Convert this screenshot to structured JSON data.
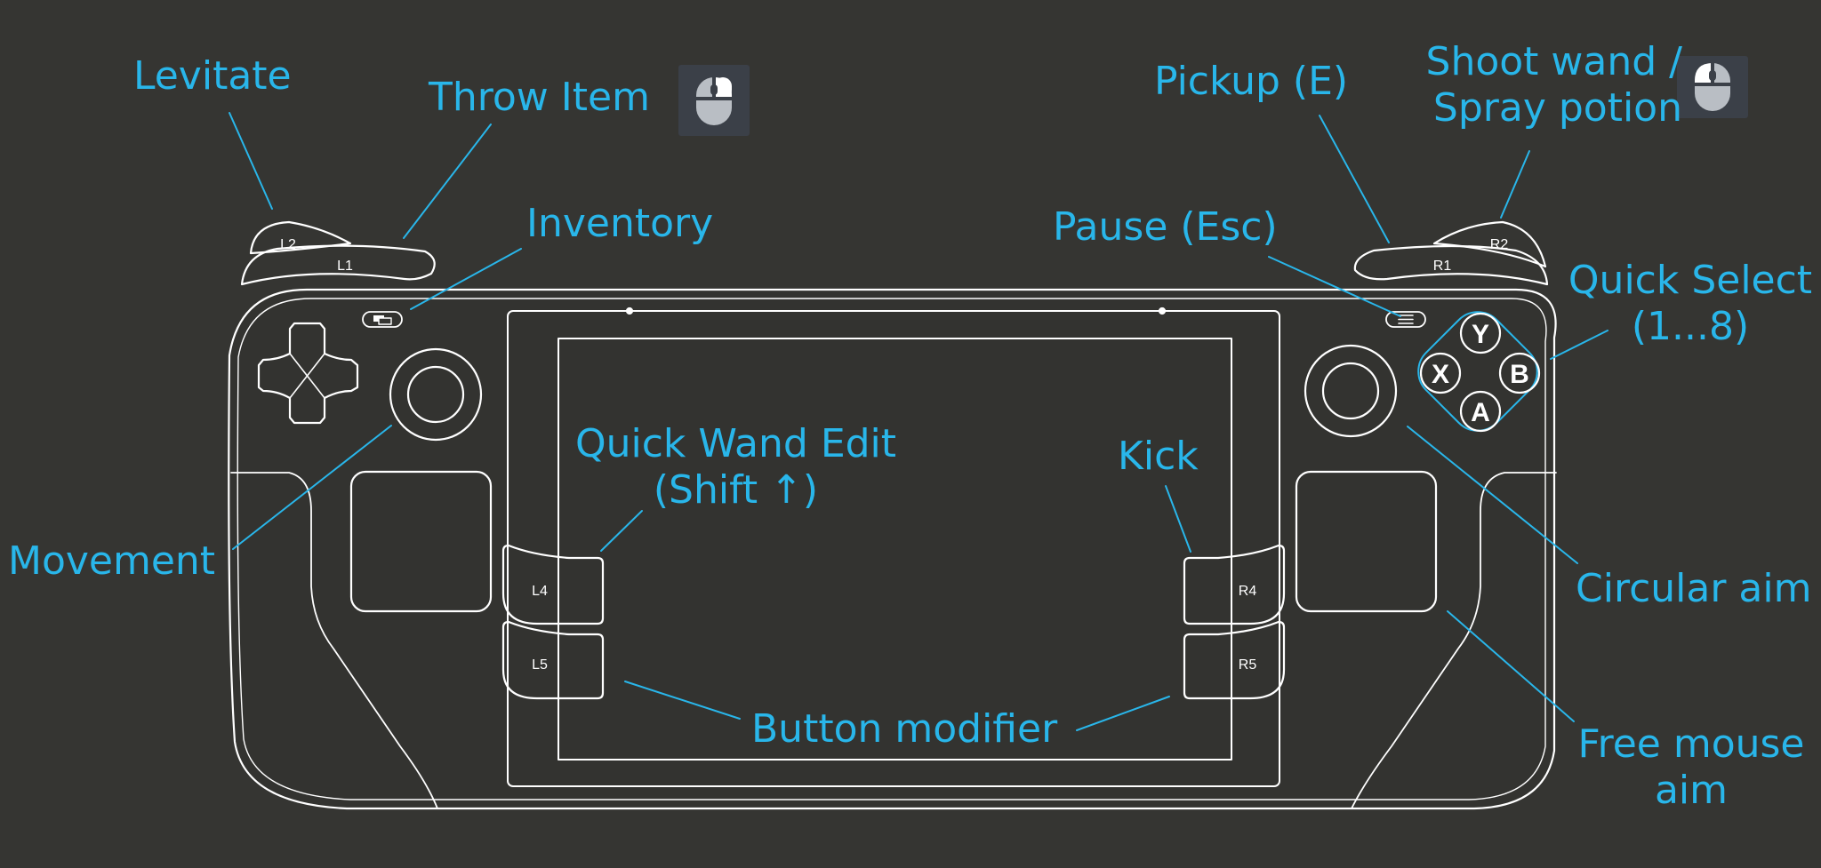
{
  "colors": {
    "background": "#353532",
    "label": "#29b6ea",
    "outline": "#ffffff",
    "device_body": "#333330",
    "mouse_badge": "#3b4048",
    "mouse_icon": "#b9bec4"
  },
  "icons": {
    "throw_item_mouse": "mouse-right-click-icon",
    "shoot_wand_mouse": "mouse-left-click-icon",
    "view_button": "view-button-icon",
    "menu_button": "menu-button-icon"
  },
  "callouts": {
    "levitate": "Levitate",
    "throw_item": "Throw Item",
    "inventory": "Inventory",
    "movement": "Movement",
    "quick_wand_edit": [
      "Quick Wand Edit",
      "(Shift ↑)"
    ],
    "button_modifier": "Button modifier",
    "kick": "Kick",
    "pickup": "Pickup (E)",
    "shoot_wand": [
      "Shoot wand /",
      "Spray potion"
    ],
    "pause": "Pause (Esc)",
    "quick_select": [
      "Quick Select",
      "(1...8)"
    ],
    "circular_aim": "Circular aim",
    "free_mouse_aim": [
      "Free mouse",
      "aim"
    ]
  },
  "device_buttons": {
    "l2": "L2",
    "l1": "L1",
    "r2": "R2",
    "r1": "R1",
    "l4": "L4",
    "l5": "L5",
    "r4": "R4",
    "r5": "R5",
    "face_y": "Y",
    "face_x": "X",
    "face_b": "B",
    "face_a": "A"
  }
}
